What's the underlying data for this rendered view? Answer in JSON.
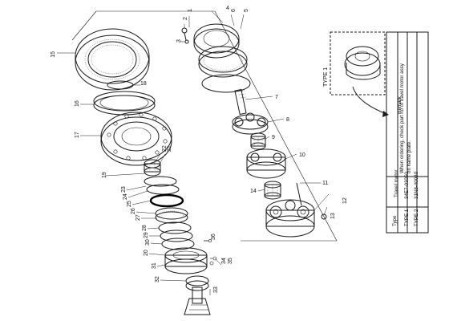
{
  "parts": {
    "p1": "1",
    "p2": "2",
    "p3": "3",
    "p4": "4",
    "p5": "5",
    "p6": "6",
    "p7": "7",
    "p8": "8",
    "p9": "9",
    "p10": "10",
    "p11": "11",
    "p12": "12",
    "p13": "13",
    "p14": "14",
    "p15": "15",
    "p16": "16",
    "p17": "17",
    "p18": "18",
    "p19": "19",
    "p20": "20",
    "p21": "21",
    "p22": "22",
    "p23": "23",
    "p24": "24",
    "p25": "25",
    "p26": "26",
    "p27": "27",
    "p28": "28",
    "p29": "29",
    "p30": "30",
    "p31": "31",
    "p32": "32",
    "p33": "33",
    "p34": "34",
    "p35": "35",
    "p36": "36"
  },
  "inset": {
    "label": "TYPE 1"
  },
  "table": {
    "header": {
      "type": "Type",
      "motor": "Travel motor",
      "remark": "Remark"
    },
    "rows": [
      {
        "type": "TYPE 1",
        "motor": "34E7-03050"
      },
      {
        "type": "TYPE 2",
        "motor": "31N8-40030"
      }
    ],
    "remark_line1": "When ordering, check part no of travel motor assy",
    "remark_line2": "on name plate."
  }
}
